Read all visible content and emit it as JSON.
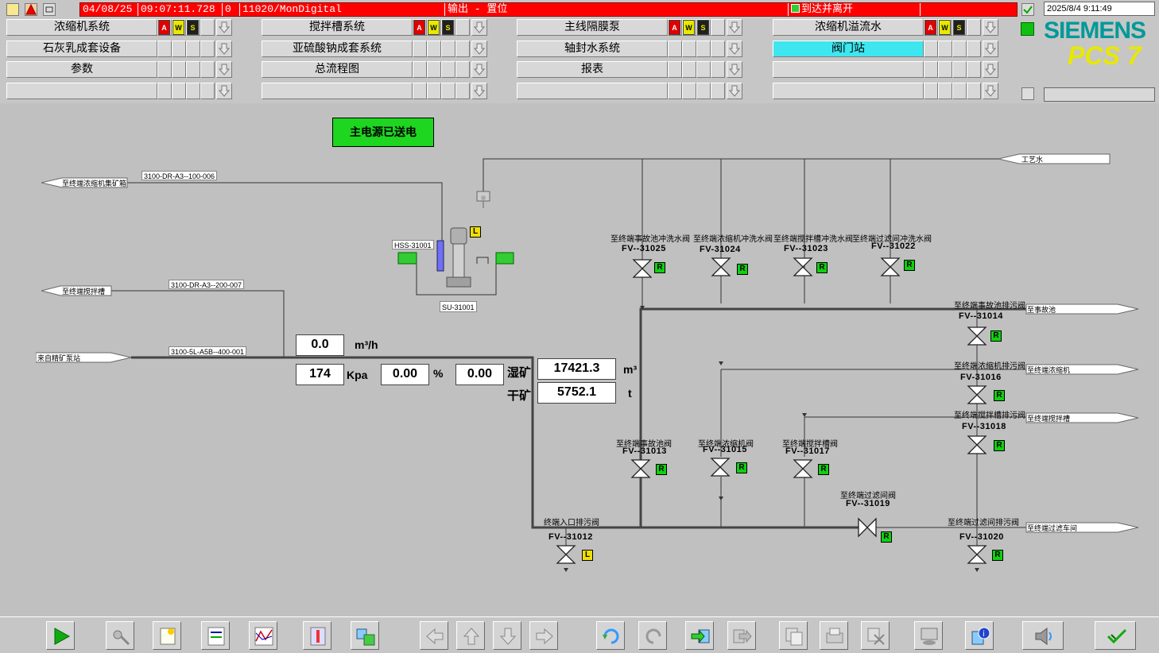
{
  "alarm_bar": {
    "date": "04/08/25",
    "time": "09:07:11.728",
    "count": "0",
    "source": "11020/MonDigital",
    "event": "输出 - 置位",
    "message": "到达并离开"
  },
  "clock": "2025/8/4 9:11:49",
  "brand": {
    "name": "SIEMENS",
    "product": "PCS 7"
  },
  "aws_labels": {
    "a": "A",
    "w": "W",
    "s": "S"
  },
  "nav": {
    "row1": [
      "浓缩机系统",
      "搅拌槽系统",
      "主线隔膜泵",
      "浓缩机溢流水"
    ],
    "row2": [
      "石灰乳成套设备",
      "亚硫酸钠成套系统",
      "轴封水系统",
      "阀门站"
    ],
    "row3": [
      "参数",
      "总流程图",
      "报表",
      ""
    ],
    "row4": [
      "",
      "",
      "",
      ""
    ]
  },
  "process": {
    "power_status": "主电源已送电",
    "pipes": {
      "to_thickener_box": "至终端浓缩机集矿箱",
      "to_thickener_box_tag": "3100-DR-A3--100-006",
      "to_agitator": "至终端搅拌槽",
      "to_agitator_tag": "3100-DR-A3--200-007",
      "from_pump_station": "来自精矿泵站",
      "from_pump_tag": "3100-5L-A5B--400-001",
      "process_water": "工艺水"
    },
    "equipment": {
      "hss": "HSS-31001",
      "su": "SU-31001",
      "pump_mode": "L"
    },
    "measurements": {
      "flow": "0.0",
      "flow_unit": "m³/h",
      "pressure": "174",
      "pressure_unit": "Kpa",
      "percent": "0.00",
      "percent_unit": "%",
      "density": "0.00",
      "wet_label": "湿矿",
      "wet_value": "17421.3",
      "wet_unit": "m³",
      "dry_label": "干矿",
      "dry_value": "5752.1",
      "dry_unit": "t"
    },
    "valves": [
      {
        "id": "v25",
        "label": "至终端事故池冲洗水阀",
        "tag": "FV--31025",
        "mode": "R"
      },
      {
        "id": "v24",
        "label": "至终端浓缩机冲洗水阀",
        "tag": "FV-31024",
        "mode": "R"
      },
      {
        "id": "v23",
        "label": "至终端搅拌槽冲洗水阀",
        "tag": "FV--31023",
        "mode": "R"
      },
      {
        "id": "v22",
        "label": "至终端过滤间冲洗水阀",
        "tag": "FV--31022",
        "mode": "R"
      },
      {
        "id": "v14",
        "label": "至终端事故池排污阀",
        "tag": "FV--31014",
        "mode": "R"
      },
      {
        "id": "v16",
        "label": "至终端浓缩机排污阀",
        "tag": "FV-31016",
        "mode": "R"
      },
      {
        "id": "v18",
        "label": "至终端搅拌槽排污阀",
        "tag": "FV--31018",
        "mode": "R"
      },
      {
        "id": "v13",
        "label": "至终端事故池阀",
        "tag": "FV--31013",
        "mode": "R"
      },
      {
        "id": "v15",
        "label": "至终端浓缩机阀",
        "tag": "FV--31015",
        "mode": "R"
      },
      {
        "id": "v17",
        "label": "至终端搅拌槽阀",
        "tag": "FV--31017",
        "mode": "R"
      },
      {
        "id": "v19",
        "label": "至终端过滤间阀",
        "tag": "FV--31019",
        "mode": "R"
      },
      {
        "id": "v20",
        "label": "至终端过滤间排污阀",
        "tag": "FV--31020",
        "mode": "R"
      },
      {
        "id": "v12",
        "label": "终端入口排污阀",
        "tag": "FV--31012",
        "mode": "L"
      }
    ],
    "outlets": [
      "至事故池",
      "至终端浓缩机",
      "至终端搅拌槽",
      "至终端过滤车间"
    ]
  },
  "colors": {
    "alarm": "#ff0000",
    "active_nav": "#3ee7ef",
    "ok_green": "#10d010",
    "local_yellow": "#f0e000",
    "brand": "#009999",
    "product": "#e8e800"
  },
  "toolbar_icons": [
    "play-icon",
    "key-icon",
    "new-alarm-icon",
    "alarm-list-icon",
    "trend-icon",
    "thermometer-icon",
    "picture-tree-icon",
    "nav-left-icon",
    "nav-up-icon",
    "nav-down-icon",
    "nav-right-icon",
    "refresh-icon",
    "redo-icon",
    "enter-icon",
    "exit-icon",
    "copy-icon",
    "print-icon",
    "delete-icon",
    "monitor-view-icon",
    "info-icon",
    "horn-icon",
    "acknowledge-icon"
  ]
}
